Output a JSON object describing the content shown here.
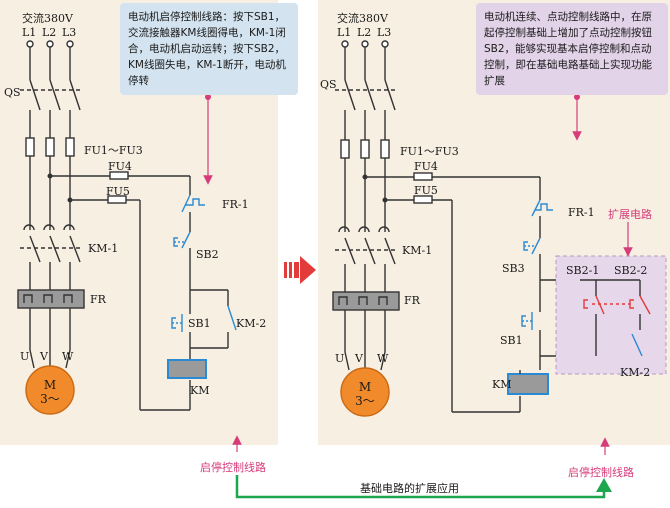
{
  "left": {
    "supply_label": "交流380V",
    "phase_labels": [
      "L1",
      "L2",
      "L3"
    ],
    "breaker_label": "QS",
    "fuses_label": "FU1～FU3",
    "fu4_label": "FU4",
    "fu5_label": "FU5",
    "fr1_label": "FR-1",
    "sb2_label": "SB2",
    "km1_label": "KM-1",
    "fr_label": "FR",
    "sb1_label": "SB1",
    "km2_label": "KM-2",
    "km_label": "KM",
    "motor_label": "M",
    "motor_sub": "3～",
    "uvw": [
      "U",
      "V",
      "W"
    ],
    "note": "电动机启停控制线路：按下SB1，交流接触器KM线圈得电，KM-1闭合，电动机启动运转；按下SB2，KM线圈失电，KM-1断开，电动机停转",
    "bottom_label": "启停控制线路"
  },
  "right": {
    "supply_label": "交流380V",
    "phase_labels": [
      "L1",
      "L2",
      "L3"
    ],
    "breaker_label": "QS",
    "fuses_label": "FU1～FU3",
    "fu4_label": "FU4",
    "fu5_label": "FU5",
    "fr1_label": "FR-1",
    "sb3_label": "SB3",
    "km1_label": "KM-1",
    "fr_label": "FR",
    "sb1_label": "SB1",
    "km_label": "KM",
    "sb21_label": "SB2-1",
    "sb22_label": "SB2-2",
    "km2_label": "KM-2",
    "motor_label": "M",
    "motor_sub": "3～",
    "uvw": [
      "U",
      "V",
      "W"
    ],
    "note": "电动机连续、点动控制线路中，在原起停控制基础上增加了点动控制按钮SB2，能够实现基本启停控制和点动控制，即在基础电路基础上实现功能扩展",
    "expand_label": "扩展电路",
    "bottom_label": "启停控制线路"
  },
  "bottom_caption": "基础电路的扩展应用",
  "colors": {
    "wire": "#333333",
    "blue": "#2a8bd4",
    "red": "#e33a3a",
    "pink": "#d63c7a",
    "green": "#1ea64f",
    "motor": "#f08a2a"
  }
}
